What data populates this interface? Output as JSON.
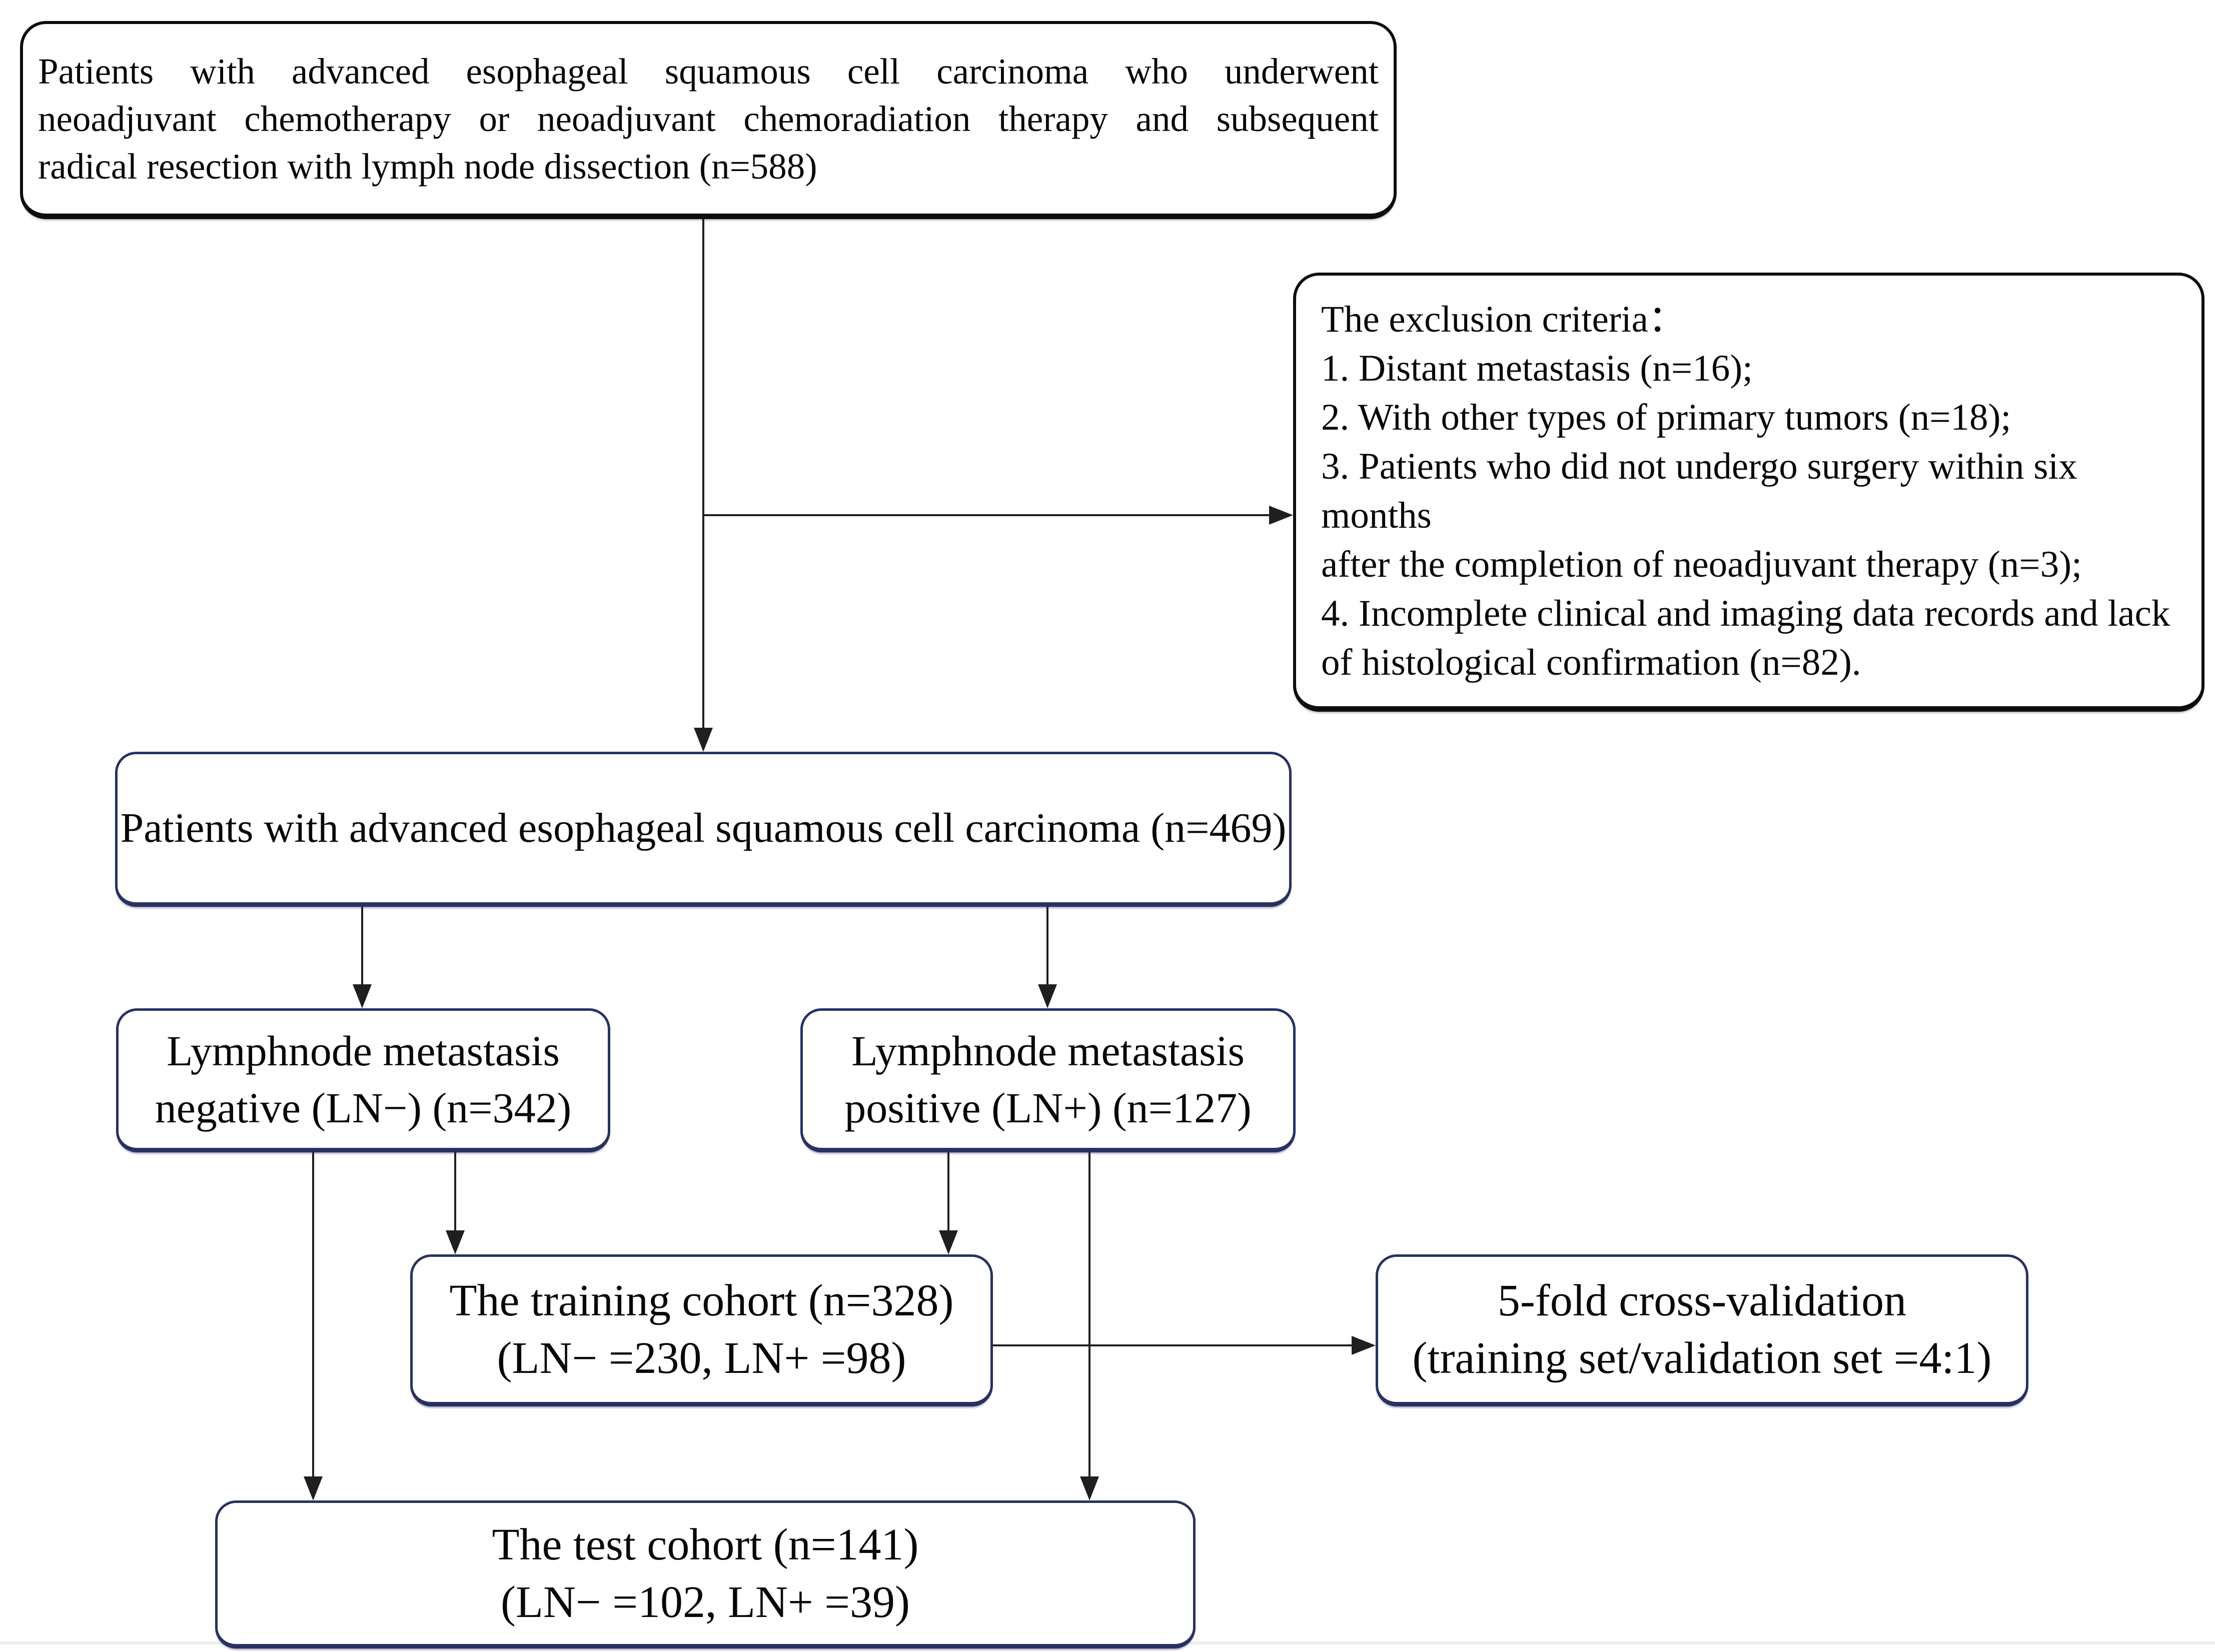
{
  "flowchart": {
    "top_box": {
      "lines": [
        "Patients with advanced esophageal squamous cell carcinoma who underwent",
        "neoadjuvant chemotherapy or neoadjuvant chemoradiation therapy and subsequent",
        "radical resection with lymph node dissection (n=588)"
      ]
    },
    "exclusion_box": {
      "lines": [
        "The exclusion criteria：",
        "1. Distant metastasis (n=16);",
        "2. With other types of primary tumors (n=18);",
        "3. Patients who did not undergo surgery within six months",
        "after the completion of neoadjuvant therapy (n=3);",
        "4. Incomplete clinical and imaging data records and lack",
        "of histological confirmation (n=82)."
      ]
    },
    "eligible_box": {
      "text": "Patients with advanced esophageal squamous cell carcinoma (n=469)"
    },
    "ln_negative_box": {
      "lines": [
        "Lymphnode metastasis",
        "negative (LN−) (n=342)"
      ]
    },
    "ln_positive_box": {
      "lines": [
        "Lymphnode metastasis",
        "positive (LN+) (n=127)"
      ]
    },
    "training_box": {
      "lines": [
        "The training cohort (n=328)",
        "(LN− =230, LN+ =98)"
      ]
    },
    "cross_validation_box": {
      "lines": [
        "5-fold cross-validation",
        "(training set/validation set =4:1)"
      ]
    },
    "test_box": {
      "lines": [
        "The test cohort (n=141)",
        "(LN− =102, LN+ =39)"
      ]
    },
    "colors": {
      "black_box_border": "#0d0d0d",
      "navy_box_border": "#283163",
      "connector": "#1f1f1f",
      "text": "#080808",
      "background": "#ffffff",
      "bottom_rule": "#efeff1"
    }
  }
}
